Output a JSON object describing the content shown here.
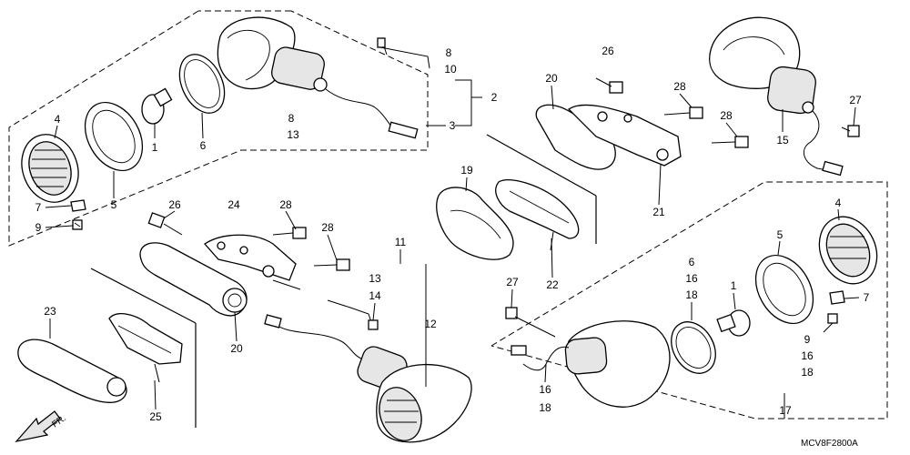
{
  "diagram": {
    "code": "MCV8F2800A",
    "direction": "FR.",
    "labels": {
      "l1a": "1",
      "l1b": "1",
      "l2": "2",
      "l3": "3",
      "l4a": "4",
      "l4b": "4",
      "l5a": "5",
      "l5b": "5",
      "l6a": "6",
      "l6b": "6",
      "l7a": "7",
      "l7b": "7",
      "l8a": "8",
      "l8b": "8",
      "l9a": "9",
      "l9b": "9",
      "l10": "10",
      "l11": "11",
      "l12": "12",
      "l13a": "13",
      "l13b": "13",
      "l14": "14",
      "l15": "15",
      "l16a": "16",
      "l16b": "16",
      "l16c": "16",
      "l17": "17",
      "l18a": "18",
      "l18b": "18",
      "l18c": "18",
      "l19": "19",
      "l20a": "20",
      "l20b": "20",
      "l21": "21",
      "l22": "22",
      "l23": "23",
      "l24": "24",
      "l25": "25",
      "l26a": "26",
      "l26b": "26",
      "l27a": "27",
      "l27b": "27",
      "l28a": "28",
      "l28b": "28",
      "l28c": "28",
      "l28d": "28"
    }
  }
}
